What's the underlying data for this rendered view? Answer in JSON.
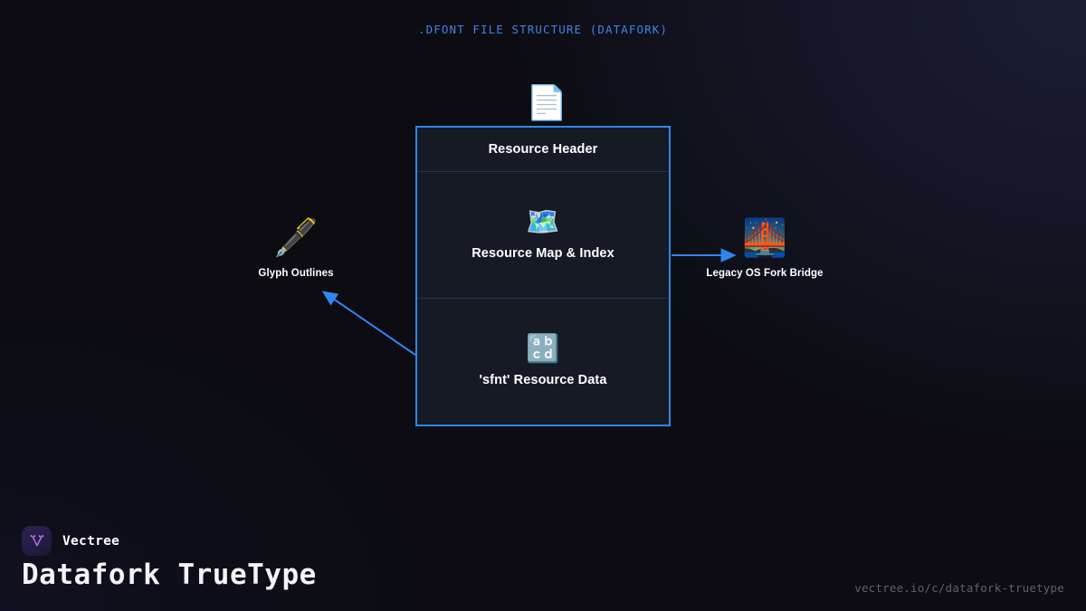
{
  "title": ".DFONT FILE STRUCTURE (DATAFORK)",
  "colors": {
    "accent_blue": "#2f86f0",
    "title_blue": "#3d84e8",
    "box_fill": "#151a24",
    "divider": "#25344a",
    "background": "#0c0c12",
    "brand_purple": "#b06cf0",
    "url_gray": "#5d6170"
  },
  "structure": {
    "top_icon": "page-facing-up",
    "top_icon_glyph": "📄",
    "sections": [
      {
        "label": "Resource Header",
        "icon": "",
        "icon_glyph": ""
      },
      {
        "label": "Resource Map & Index",
        "icon": "world-map",
        "icon_glyph": "🗺️"
      },
      {
        "label": "'sfnt' Resource Data",
        "icon": "input-latin-letters",
        "icon_glyph": "🔡"
      }
    ]
  },
  "satellites": [
    {
      "label": "Glyph Outlines",
      "icon": "fountain-pen",
      "icon_glyph": "🖋️"
    },
    {
      "label": "Legacy OS Fork Bridge",
      "icon": "bridge-at-night",
      "icon_glyph": "🌉"
    }
  ],
  "footer": {
    "brand": "Vectree",
    "title": "Datafork TrueType",
    "url": "vectree.io/c/datafork-truetype"
  }
}
